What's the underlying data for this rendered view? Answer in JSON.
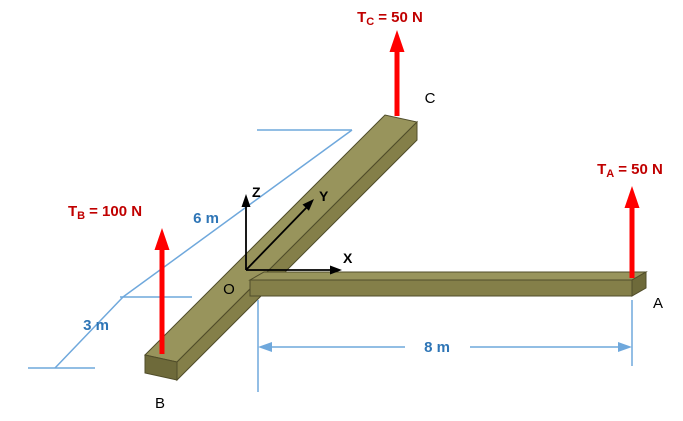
{
  "diagram": {
    "forces": {
      "tc": {
        "sym": "T",
        "sub": "C",
        "val": "= 50 N"
      },
      "tb": {
        "sym": "T",
        "sub": "B",
        "val": "= 100 N"
      },
      "ta": {
        "sym": "T",
        "sub": "A",
        "val": "= 50 N"
      }
    },
    "points": {
      "o": "O",
      "a": "A",
      "b": "B",
      "c": "C"
    },
    "axes": {
      "x": "X",
      "y": "Y",
      "z": "Z"
    },
    "dimensions": {
      "ob_upper": "6 m",
      "ob_lower": "3 m",
      "oa": "8 m"
    },
    "colors": {
      "force_arrow": "#FF0000",
      "force_text": "#C00000",
      "dimension_text": "#2E75B6",
      "dimension_line": "#6FA8DC",
      "beam_top": "#98945C",
      "beam_front": "#847F49",
      "beam_end": "#6E6A3A",
      "axis": "#000000",
      "background": "#FFFFFF"
    }
  }
}
